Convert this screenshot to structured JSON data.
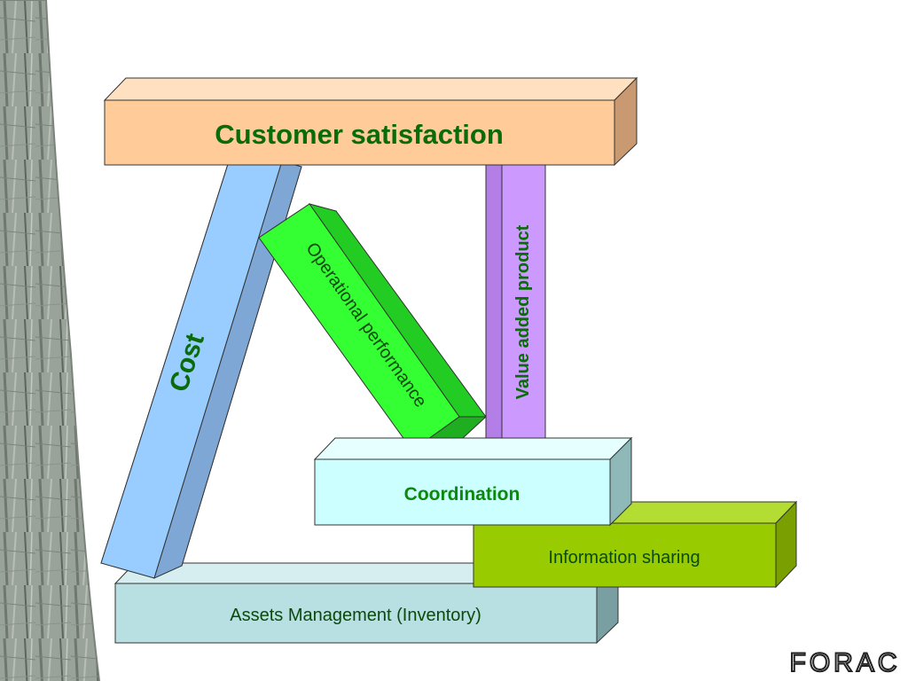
{
  "diagram": {
    "beams": {
      "customer_satisfaction": "Customer satisfaction",
      "cost": "Cost",
      "operational_performance": "Operational performance",
      "value_added_product": "Value added product",
      "coordination": "Coordination",
      "information_sharing": "Information sharing",
      "assets_management": "Assets Management (Inventory)"
    }
  },
  "logo": {
    "text": "FORAC"
  },
  "colors": {
    "text_green": "#0a6b0a",
    "orange_front": "#ffcc99",
    "blue_front": "#99ccff",
    "green_front": "#33ff33",
    "purple_front": "#cc99ff",
    "cyan_front": "#ccffff",
    "olive_front": "#99cc00",
    "teal_front": "#b8dfe2"
  }
}
